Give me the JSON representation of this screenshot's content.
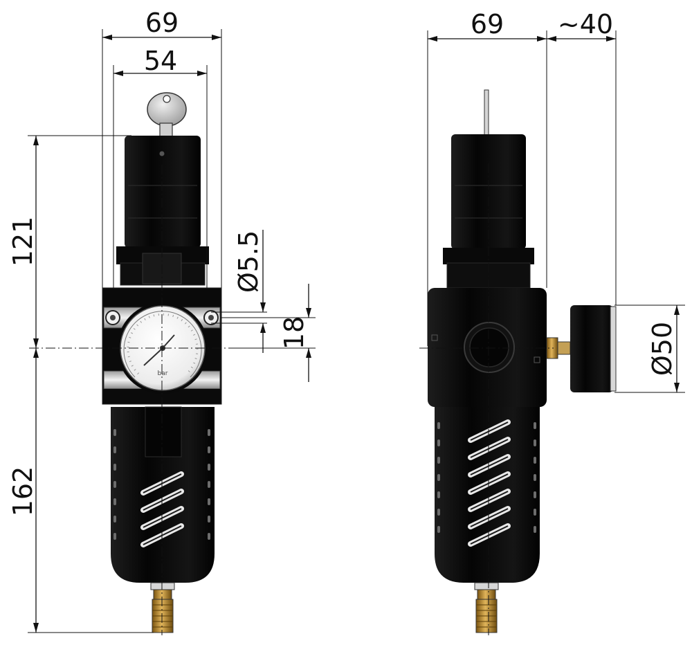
{
  "dimensions": {
    "front_width_overall": "69",
    "front_width_inner": "54",
    "front_height_upper": "121",
    "front_height_lower": "162",
    "mount_hole_diameter": "Ø5.5",
    "mount_hole_spacing": "18",
    "side_width": "69",
    "side_gauge_protrusion": "~40",
    "gauge_diameter": "Ø50"
  },
  "gauge": {
    "unit_label": "bar"
  },
  "colors": {
    "body": "#0b0b0b",
    "brass": "#b88a2e",
    "steel": "#c9c9c9",
    "line": "#111111"
  }
}
